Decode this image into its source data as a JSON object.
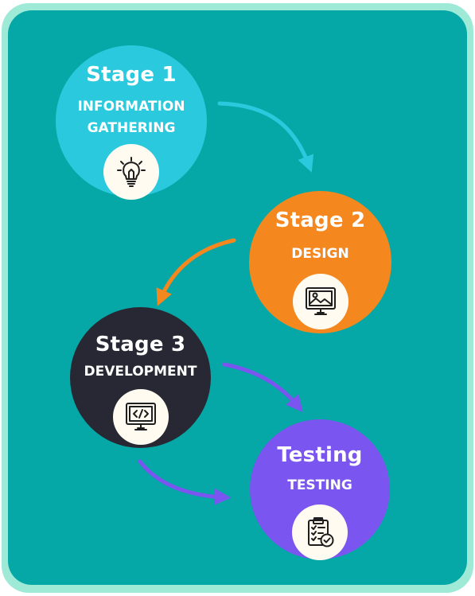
{
  "stages": [
    {
      "title": "Stage 1",
      "subtitle_lines": [
        "INFORMATION",
        "GATHERING"
      ],
      "color": "#2bc9dd",
      "icon": "lightbulb-icon"
    },
    {
      "title": "Stage 2",
      "subtitle_lines": [
        "DESIGN"
      ],
      "color": "#f5871f",
      "icon": "monitor-image-icon"
    },
    {
      "title": "Stage 3",
      "subtitle_lines": [
        "DEVELOPMENT"
      ],
      "color": "#272833",
      "icon": "monitor-code-icon"
    },
    {
      "title": "Testing",
      "subtitle_lines": [
        "TESTING"
      ],
      "color": "#7a55ef",
      "icon": "clipboard-check-icon"
    }
  ],
  "arrow_colors": {
    "stage1_to_stage2": "#2bc9dd",
    "stage2_to_stage3": "#f5871f",
    "stage3_to_testing": "#7a55ef"
  },
  "background": {
    "panel": "#05a8a6",
    "border": "#9fe9d7"
  }
}
